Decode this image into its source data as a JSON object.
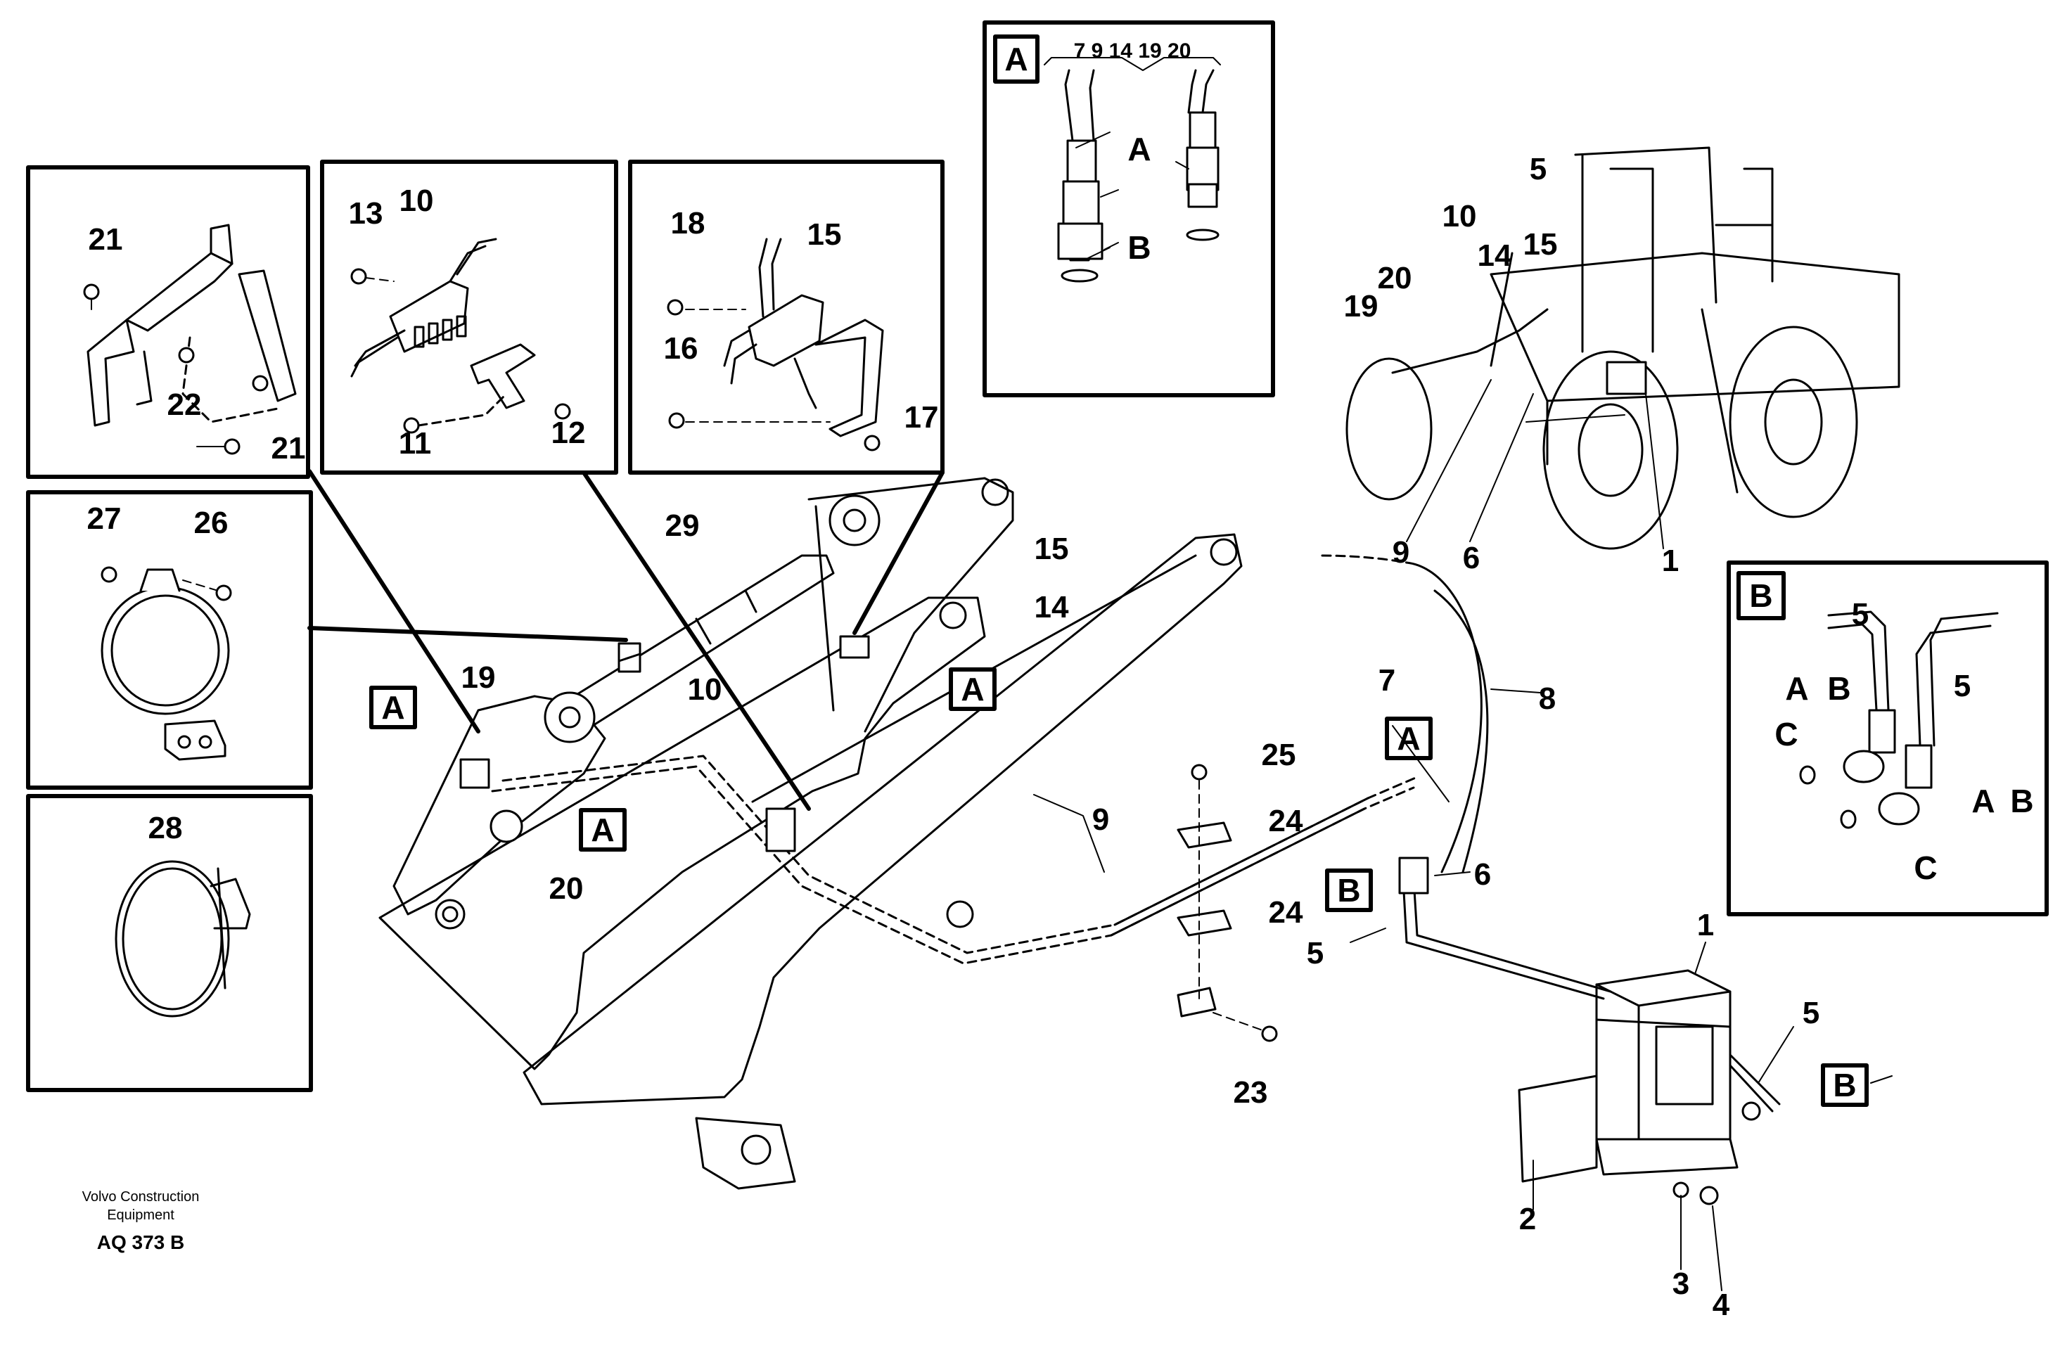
{
  "labels": {
    "n1": "1",
    "n2": "2",
    "n3": "3",
    "n4": "4",
    "n5": "5",
    "n6": "6",
    "n7": "7",
    "n8": "8",
    "n9": "9",
    "n10": "10",
    "n11": "11",
    "n12": "12",
    "n13": "13",
    "n14": "14",
    "n15": "15",
    "n16": "16",
    "n17": "17",
    "n18": "18",
    "n19": "19",
    "n20": "20",
    "n21": "21",
    "n22": "22",
    "n23": "23",
    "n24": "24",
    "n25": "25",
    "n26": "26",
    "n27": "27",
    "n28": "28",
    "n29": "29",
    "A": "A",
    "B": "B",
    "C": "C",
    "detail_a_header": "7  9  14 19 20"
  },
  "footer": {
    "company_line1": "Volvo Construction",
    "company_line2": "Equipment",
    "code": "AQ 373 B"
  }
}
